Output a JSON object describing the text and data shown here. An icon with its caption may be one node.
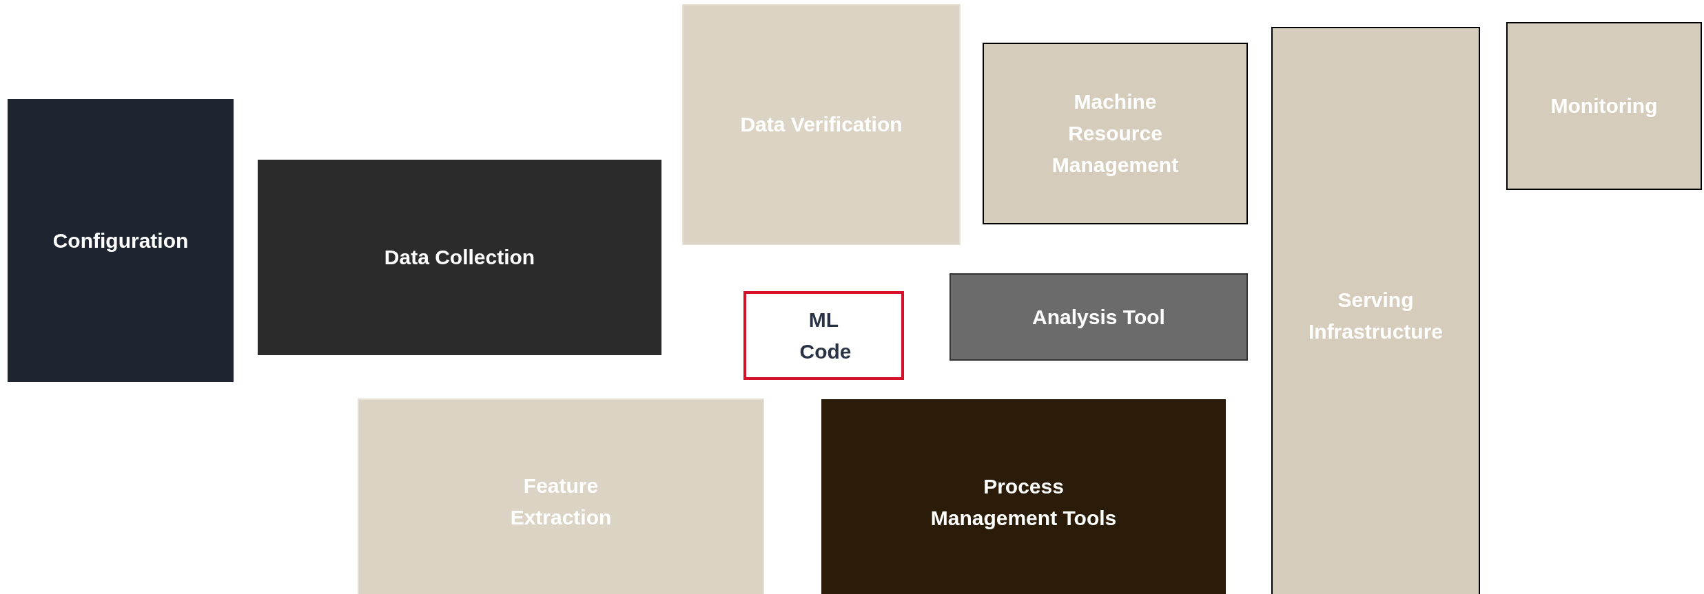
{
  "diagram": {
    "nodes": [
      {
        "text": [
          "Configuration"
        ]
      },
      {
        "text": [
          "Data Collection"
        ]
      },
      {
        "text": [
          "Data Verification"
        ]
      },
      {
        "text": [
          "Machine Resource Management"
        ]
      },
      {
        "text": [
          "Monitoring"
        ]
      },
      {
        "text": [
          "Serving Infrastructure"
        ]
      },
      {
        "text": [
          "ML Code"
        ]
      },
      {
        "text": [
          "Analysis Tool"
        ]
      },
      {
        "text": [
          "Feature Extraction"
        ]
      },
      {
        "text": [
          "Process Management Tools"
        ]
      }
    ],
    "edges": []
  }
}
